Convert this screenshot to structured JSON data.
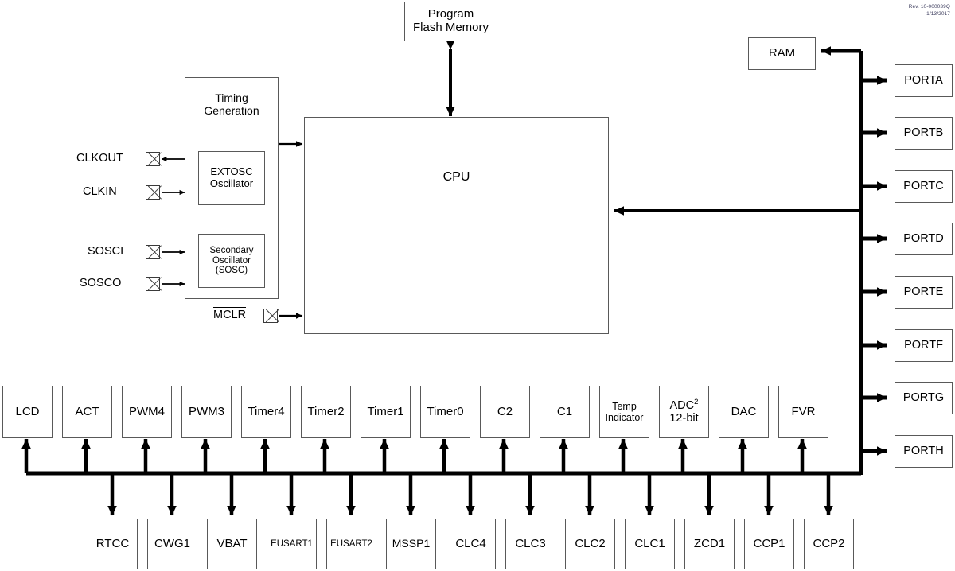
{
  "revision": {
    "line1": "Rev. 10-000039Q",
    "line2": "1/13/2017"
  },
  "core": {
    "cpu": "CPU",
    "program_flash": {
      "line1": "Program",
      "line2": "Flash Memory"
    },
    "ram": "RAM",
    "timing": {
      "line1": "Timing",
      "line2": "Generation"
    },
    "extosc": {
      "line1": "EXTOSC",
      "line2": "Oscillator"
    },
    "sosc": {
      "line1": "Secondary",
      "line2": "Oscillator",
      "line3": "(SOSC)"
    },
    "mclr": "MCLR"
  },
  "pins": [
    {
      "label": "CLKOUT",
      "direction": "out"
    },
    {
      "label": "CLKIN",
      "direction": "in"
    },
    {
      "label": "SOSCI",
      "direction": "in"
    },
    {
      "label": "SOSCO",
      "direction": "in"
    }
  ],
  "ports": [
    {
      "label": "PORTA"
    },
    {
      "label": "PORTB"
    },
    {
      "label": "PORTC"
    },
    {
      "label": "PORTD"
    },
    {
      "label": "PORTE"
    },
    {
      "label": "PORTF"
    },
    {
      "label": "PORTG"
    },
    {
      "label": "PORTH"
    }
  ],
  "peripherals_top": [
    {
      "label": "LCD"
    },
    {
      "label": "ACT"
    },
    {
      "label": "PWM4"
    },
    {
      "label": "PWM3"
    },
    {
      "label": "Timer4"
    },
    {
      "label": "Timer2"
    },
    {
      "label": "Timer1"
    },
    {
      "label": "Timer0"
    },
    {
      "label": "C2"
    },
    {
      "label": "C1"
    },
    {
      "line1": "Temp",
      "line2": "Indicator"
    },
    {
      "line1": "ADC",
      "sup": "2",
      "line2": "12-bit"
    },
    {
      "label": "DAC"
    },
    {
      "label": "FVR"
    }
  ],
  "peripherals_bottom": [
    {
      "label": "RTCC"
    },
    {
      "label": "CWG1"
    },
    {
      "label": "VBAT"
    },
    {
      "label": "EUSART1",
      "small": true
    },
    {
      "label": "EUSART2",
      "small": true
    },
    {
      "label": "MSSP1"
    },
    {
      "label": "CLC4"
    },
    {
      "label": "CLC3"
    },
    {
      "label": "CLC2"
    },
    {
      "label": "CLC1"
    },
    {
      "label": "ZCD1"
    },
    {
      "label": "CCP1"
    },
    {
      "label": "CCP2"
    }
  ],
  "colors": {
    "line": "#000000",
    "box_border": "#595959",
    "background": "#ffffff"
  }
}
